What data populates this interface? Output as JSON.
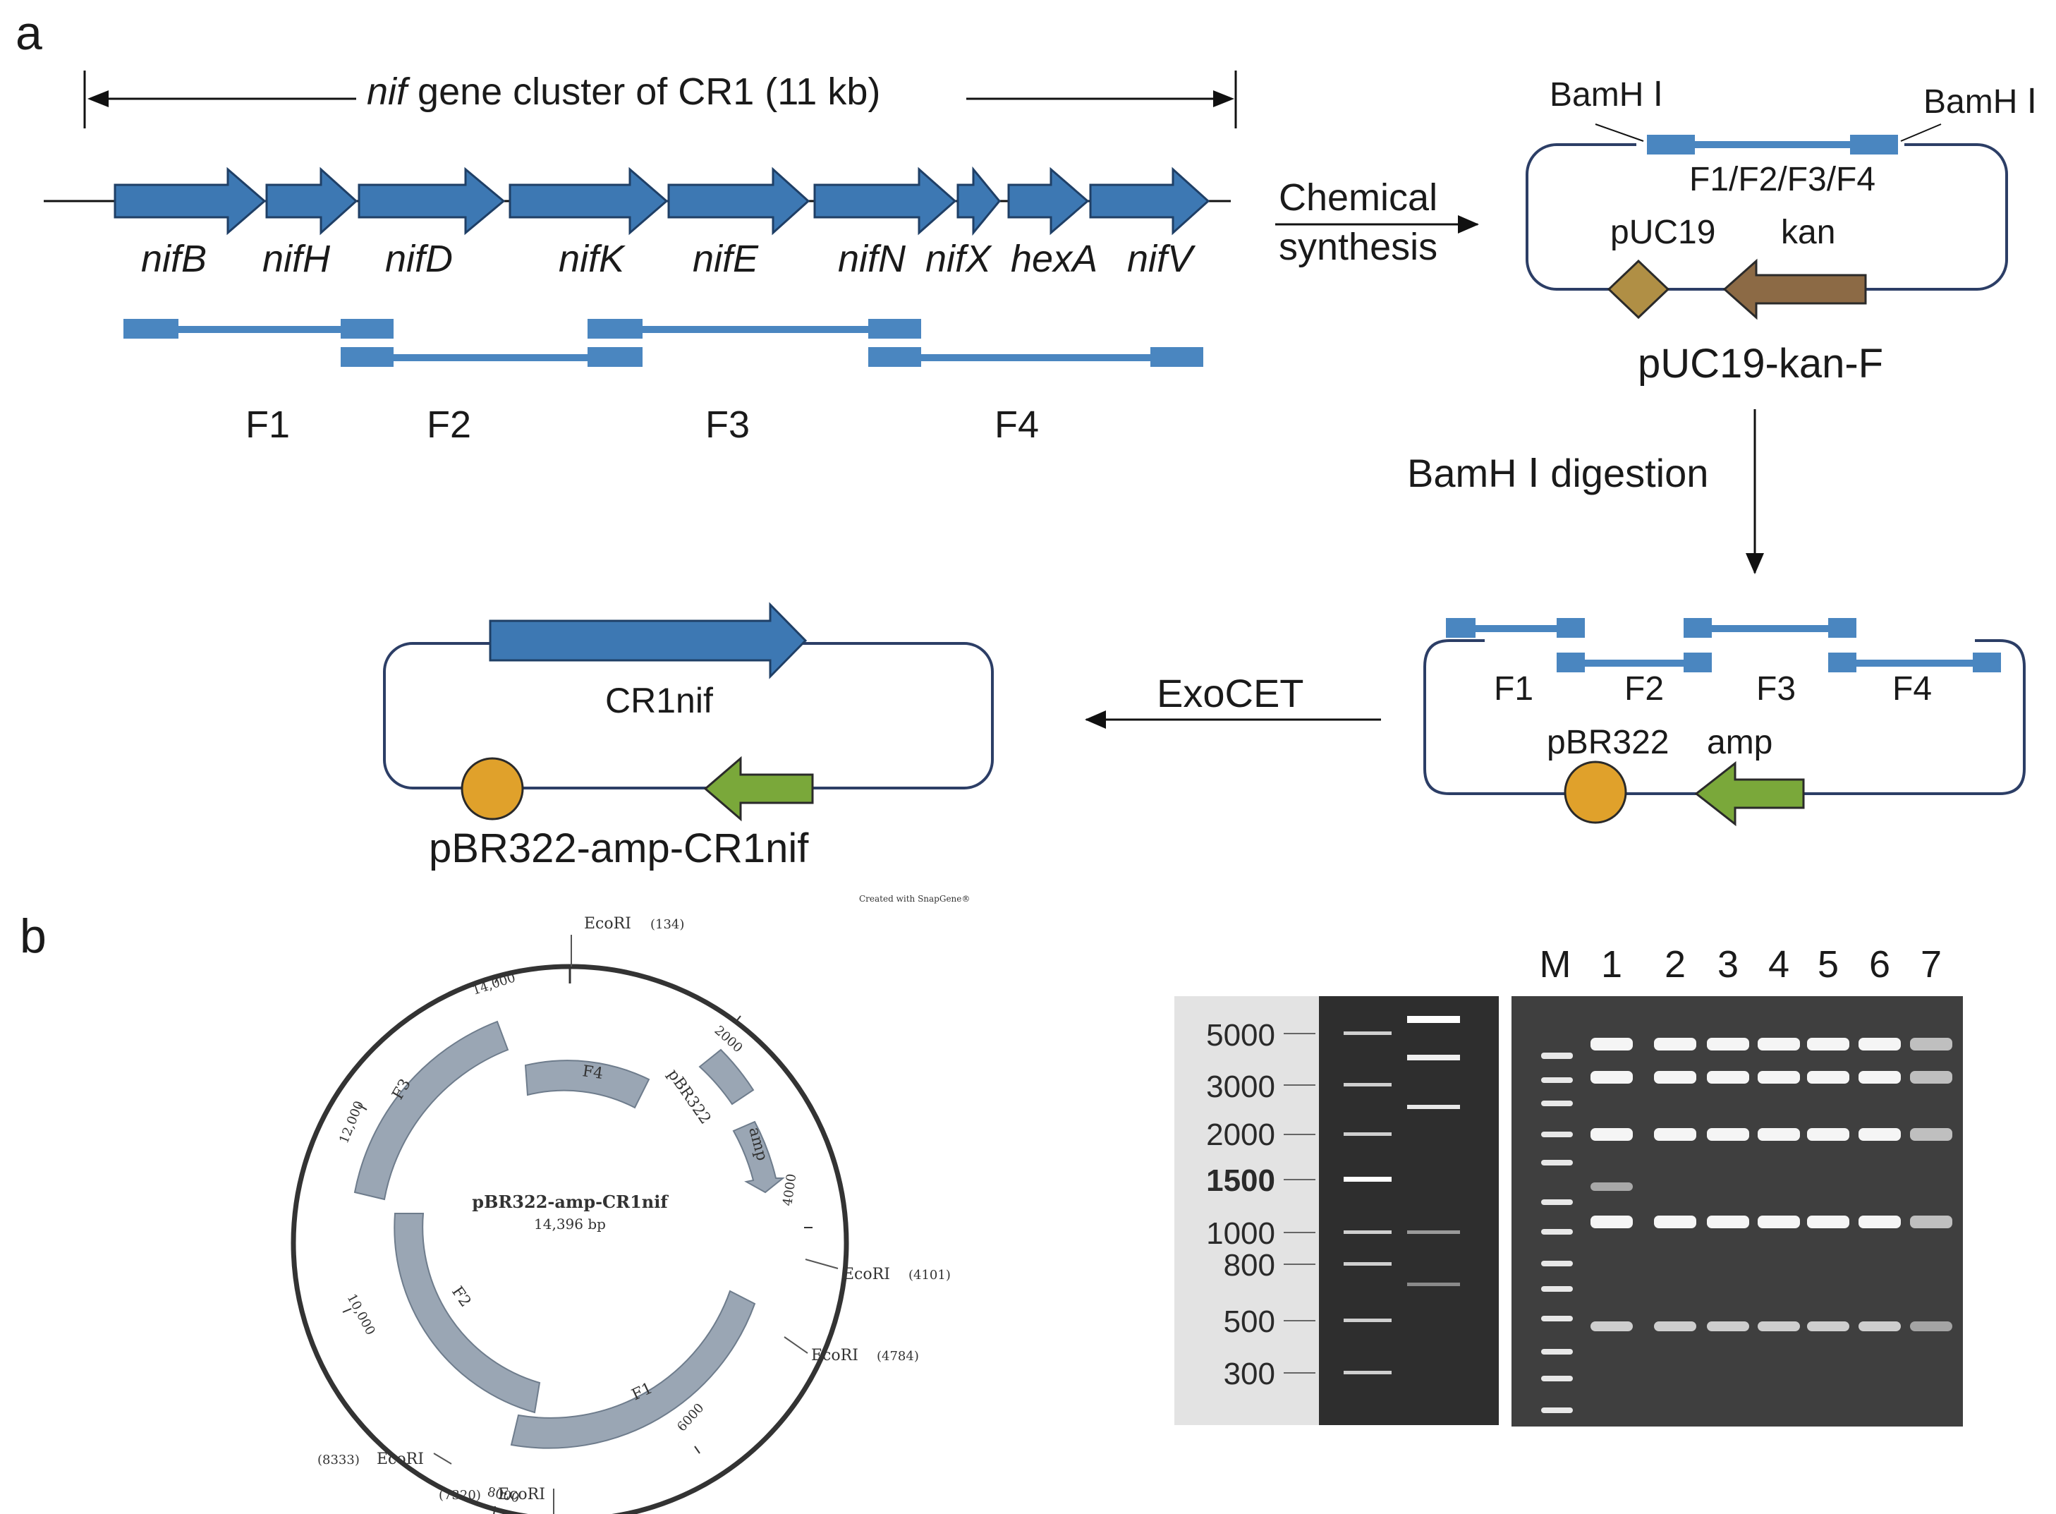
{
  "panel_a": {
    "label": "a",
    "cluster_title_italic": "nif",
    "cluster_title_rest": " gene cluster of CR1 (11 kb)",
    "genes": [
      "nifB",
      "nifH",
      "nifD",
      "nifK",
      "nifE",
      "nifN",
      "nifX",
      "hexA",
      "nifV"
    ],
    "fragments": [
      "F1",
      "F2",
      "F3",
      "F4"
    ],
    "step_synthesis_line1": "Chemical",
    "step_synthesis_line2": "synthesis",
    "puc_plasmid": {
      "site_left": "BamH Ⅰ",
      "site_right": "BamH Ⅰ",
      "insert_label": "F1/F2/F3/F4",
      "ori_label": "pUC19",
      "marker_label": "kan",
      "name": "pUC19-kan-F"
    },
    "step_digestion": "BamH Ⅰ digestion",
    "pbr_mix": {
      "fragments": [
        "F1",
        "F2",
        "F3",
        "F4"
      ],
      "ori_label": "pBR322",
      "marker_label": "amp"
    },
    "step_exocet": "ExoCET",
    "final_plasmid": {
      "insert_label": "CR1nif",
      "name": "pBR322-amp-CR1nif"
    },
    "colors": {
      "gene_blue": "#3d78b3",
      "fragment_blue": "#4a86c0",
      "ori_orange": "#e0a12b",
      "amp_green": "#7aa83a",
      "puc_tan": "#b08f45",
      "kan_brown": "#8c6a45",
      "plasmid_navy": "#2c3e66"
    }
  },
  "panel_b": {
    "label": "b",
    "map": {
      "name": "pBR322-amp-CR1nif",
      "size": "14,396 bp",
      "watermark": "Created with SnapGene®",
      "ticks": [
        "14,000",
        "2000",
        "4000",
        "6000",
        "8000",
        "10,000",
        "12,000"
      ],
      "features": [
        "F1",
        "F2",
        "F3",
        "F4",
        "pBR322",
        "amp"
      ],
      "sites": [
        {
          "name": "EcoRI",
          "pos": "(134)"
        },
        {
          "name": "EcoRI",
          "pos": "(4101)"
        },
        {
          "name": "EcoRI",
          "pos": "(4784)"
        },
        {
          "name": "EcoRI",
          "pos": "(7320)"
        },
        {
          "name": "EcoRI",
          "pos": "(8333)"
        }
      ]
    },
    "gel": {
      "lanes": [
        "M",
        "1",
        "2",
        "3",
        "4",
        "5",
        "6",
        "7"
      ],
      "ladder_sizes": [
        "5000",
        "3000",
        "2000",
        "1500",
        "1000",
        "800",
        "500",
        "300"
      ]
    }
  }
}
